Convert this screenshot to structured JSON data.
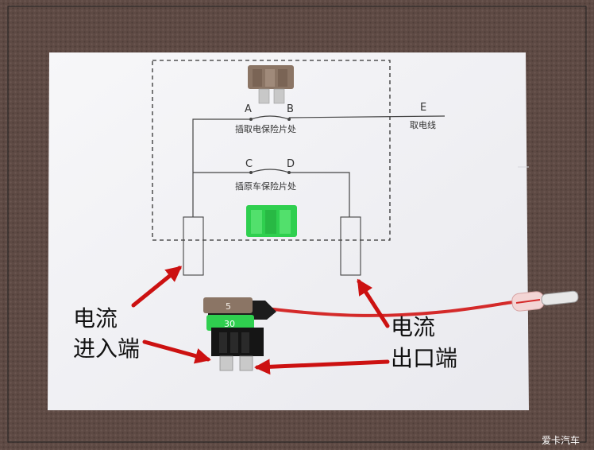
{
  "diagram": {
    "node_a": "A",
    "node_b": "B",
    "node_c": "C",
    "node_d": "D",
    "node_e": "E",
    "label_top_slot": "插取电保险片处",
    "label_bottom_slot": "插原车保险片处",
    "label_e_wire": "取电线"
  },
  "fuses": {
    "upper_rating": "5",
    "lower_rating": "30"
  },
  "annotations": {
    "input_line1": "电流",
    "input_line2": "进入端",
    "output_line1": "电流",
    "output_line2": "出口端"
  },
  "watermark": "爱卡汽车",
  "colors": {
    "background": "#5e4a44",
    "paper": "#f4f4f6",
    "arrow": "#cc1111",
    "wire": "#d42a2a",
    "fuse_brown": "#8b7565",
    "fuse_green": "#2fcf4f"
  }
}
